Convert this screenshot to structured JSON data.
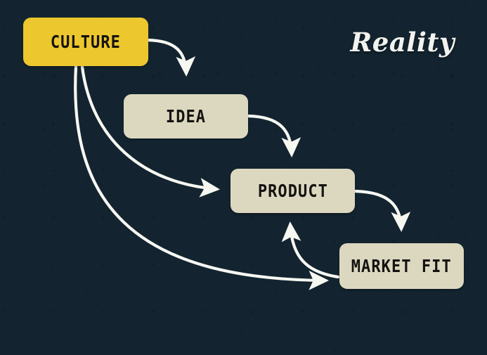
{
  "diagram": {
    "title_watermark": "Reality",
    "background_color": "#132430",
    "edge_color": "#f7f7f2",
    "nodes": [
      {
        "id": "culture",
        "label": "CULTURE",
        "fill": "#ecc72e",
        "text_color": "#15130f"
      },
      {
        "id": "idea",
        "label": "IDEA",
        "fill": "#dcd8c0",
        "text_color": "#15130f"
      },
      {
        "id": "product",
        "label": "PRODUCT",
        "fill": "#dcd8c0",
        "text_color": "#15130f"
      },
      {
        "id": "marketfit",
        "label": "MARKET FIT",
        "fill": "#dcd8c0",
        "text_color": "#15130f"
      }
    ],
    "edges": [
      {
        "from": "culture",
        "to": "idea"
      },
      {
        "from": "culture",
        "to": "product"
      },
      {
        "from": "culture",
        "to": "marketfit"
      },
      {
        "from": "idea",
        "to": "product"
      },
      {
        "from": "product",
        "to": "marketfit"
      },
      {
        "from": "marketfit",
        "to": "product"
      }
    ]
  }
}
